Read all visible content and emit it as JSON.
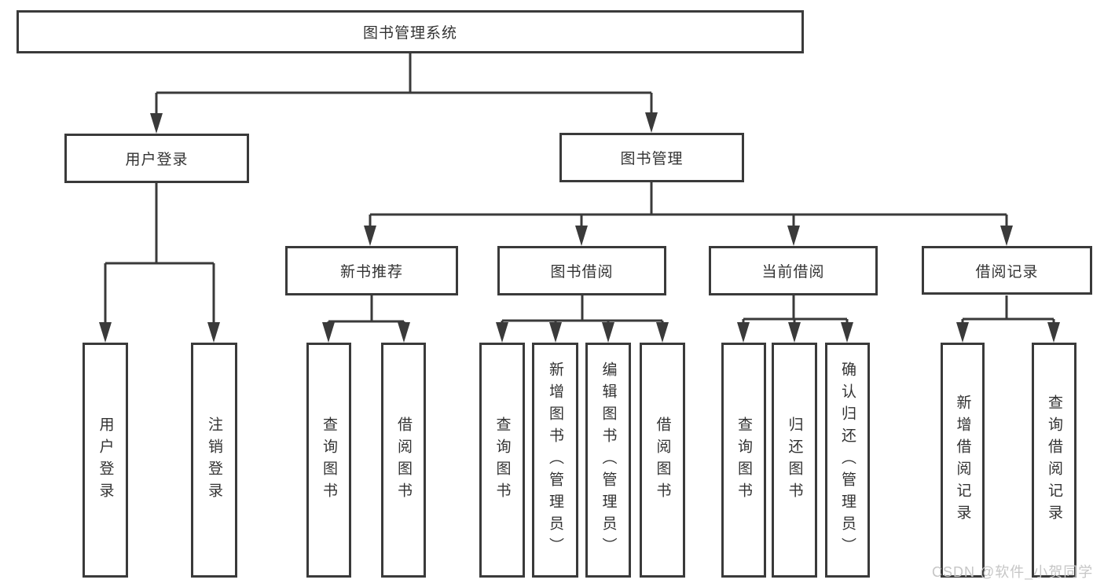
{
  "diagram": {
    "root": {
      "label": "图书管理系统"
    },
    "level2": [
      {
        "label": "用户登录",
        "children": [
          {
            "label": "用户登录"
          },
          {
            "label": "注销登录"
          }
        ]
      },
      {
        "label": "图书管理",
        "children": [
          {
            "label": "新书推荐",
            "children": [
              {
                "label": "查询图书"
              },
              {
                "label": "借阅图书"
              }
            ]
          },
          {
            "label": "图书借阅",
            "children": [
              {
                "label": "查询图书"
              },
              {
                "label": "新增图书（管理员）"
              },
              {
                "label": "编辑图书（管理员）"
              },
              {
                "label": "借阅图书"
              }
            ]
          },
          {
            "label": "当前借阅",
            "children": [
              {
                "label": "查询图书"
              },
              {
                "label": "归还图书"
              },
              {
                "label": "确认归还（管理员）"
              }
            ]
          },
          {
            "label": "借阅记录",
            "children": [
              {
                "label": "新增借阅记录"
              },
              {
                "label": "查询借阅记录"
              }
            ]
          }
        ]
      }
    ]
  },
  "watermark": {
    "text": "CSDN @软件_小贺同学"
  },
  "colors": {
    "line": "#3a3a3a",
    "border": "#3a3a3a",
    "text": "#333333",
    "watermark": "#c6c6c6",
    "background": "#ffffff"
  }
}
